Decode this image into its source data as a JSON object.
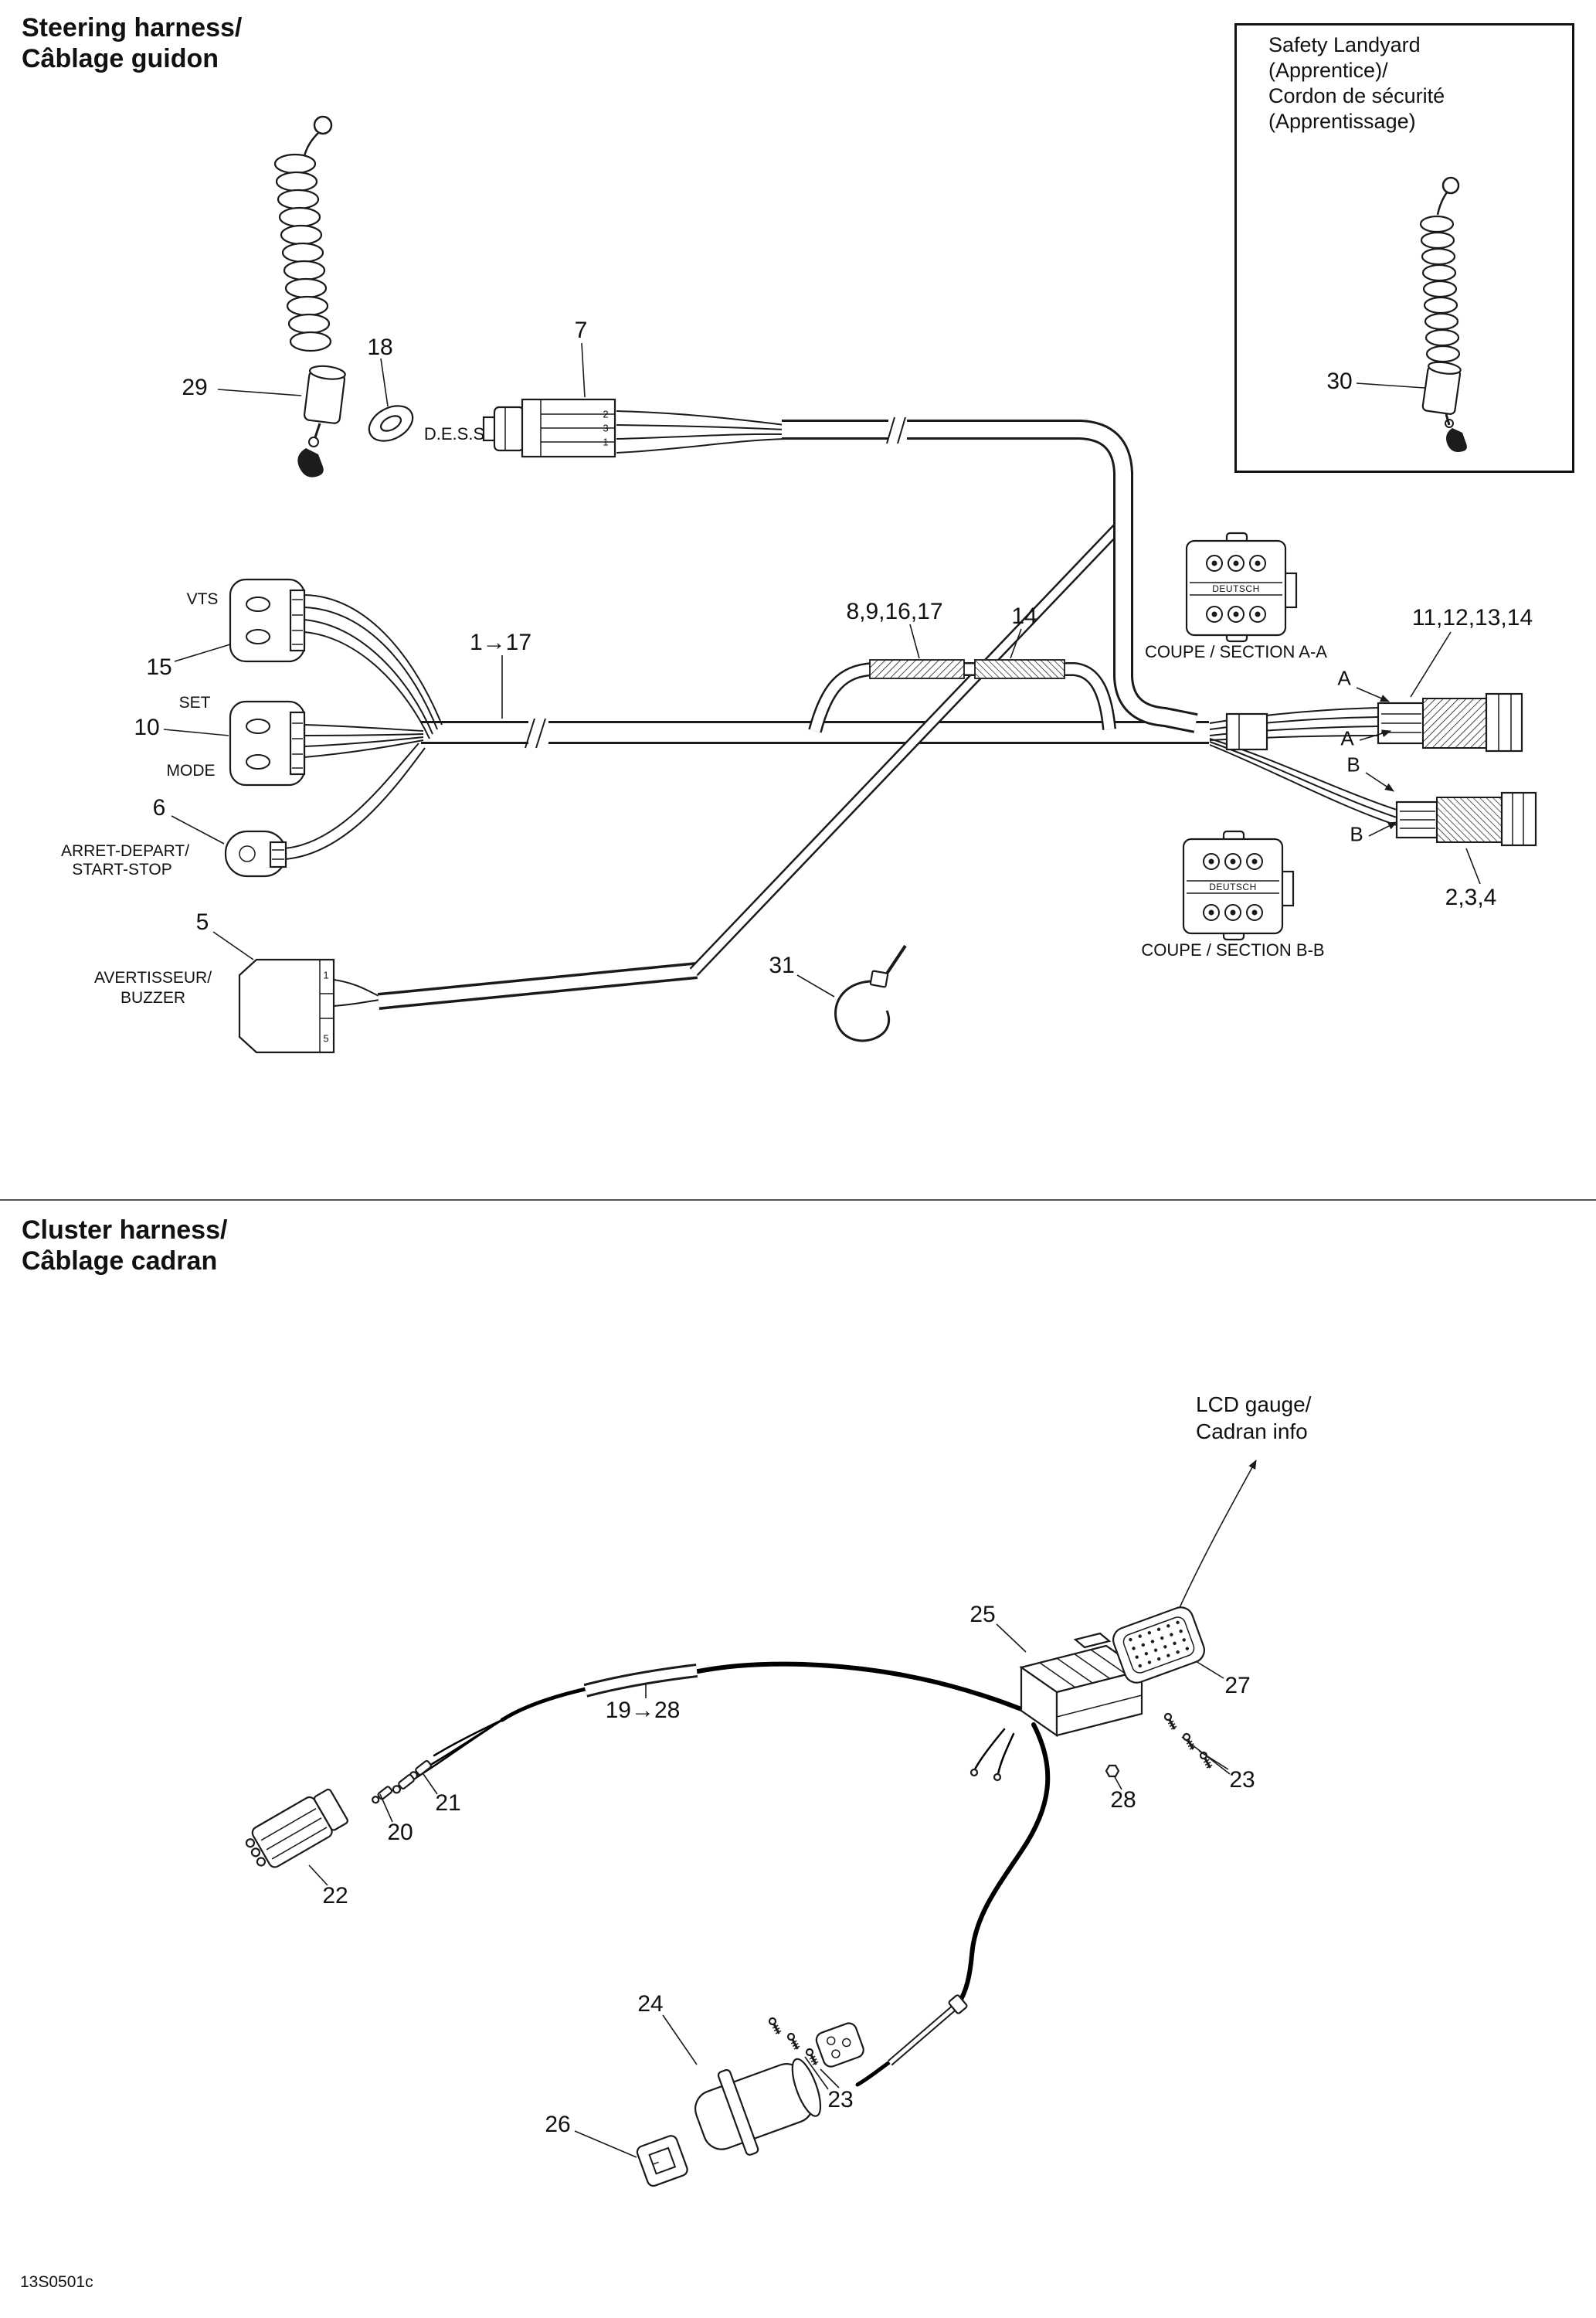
{
  "page": {
    "footer_code": "13S0501c"
  },
  "steering": {
    "title1": "Steering harness/",
    "title2": "Câblage guidon",
    "inset": {
      "l1": "Safety Landyard",
      "l2": "(Apprentice)/",
      "l3": "Cordon de sécurité",
      "l4": "(Apprentissage)",
      "part": "30"
    },
    "parts": {
      "p29": "29",
      "p18": "18",
      "p7": "7",
      "p15": "15",
      "p10": "10",
      "p6": "6",
      "p5": "5",
      "p31": "31",
      "range": "1→17",
      "splice": "8,9,16,17",
      "p14": "14",
      "p11_14": "11,12,13,14",
      "p234": "2,3,4"
    },
    "texts": {
      "dess": "D.E.S.S",
      "vts": "VTS",
      "set": "SET",
      "mode": "MODE",
      "arret1": "ARRET-DEPART/",
      "arret2": "START-STOP",
      "buzz1": "AVERTISSEUR/",
      "buzz2": "BUZZER",
      "deutsch": "DEUTSCH",
      "secA": "COUPE / SECTION A-A",
      "secB": "COUPE / SECTION B-B",
      "a": "A",
      "b": "B",
      "pin2": "2",
      "pin3": "3",
      "pin1": "1",
      "bpin1": "1",
      "bpin5": "5"
    }
  },
  "cluster": {
    "title1": "Cluster harness/",
    "title2": "Câblage cadran",
    "lcd1": "LCD gauge/",
    "lcd2": "Cadran info",
    "parts": {
      "p25": "25",
      "p27": "27",
      "p23": "23",
      "p28": "28",
      "p24": "24",
      "p26": "26",
      "p22": "22",
      "p21": "21",
      "p20": "20",
      "range": "19→28"
    }
  }
}
